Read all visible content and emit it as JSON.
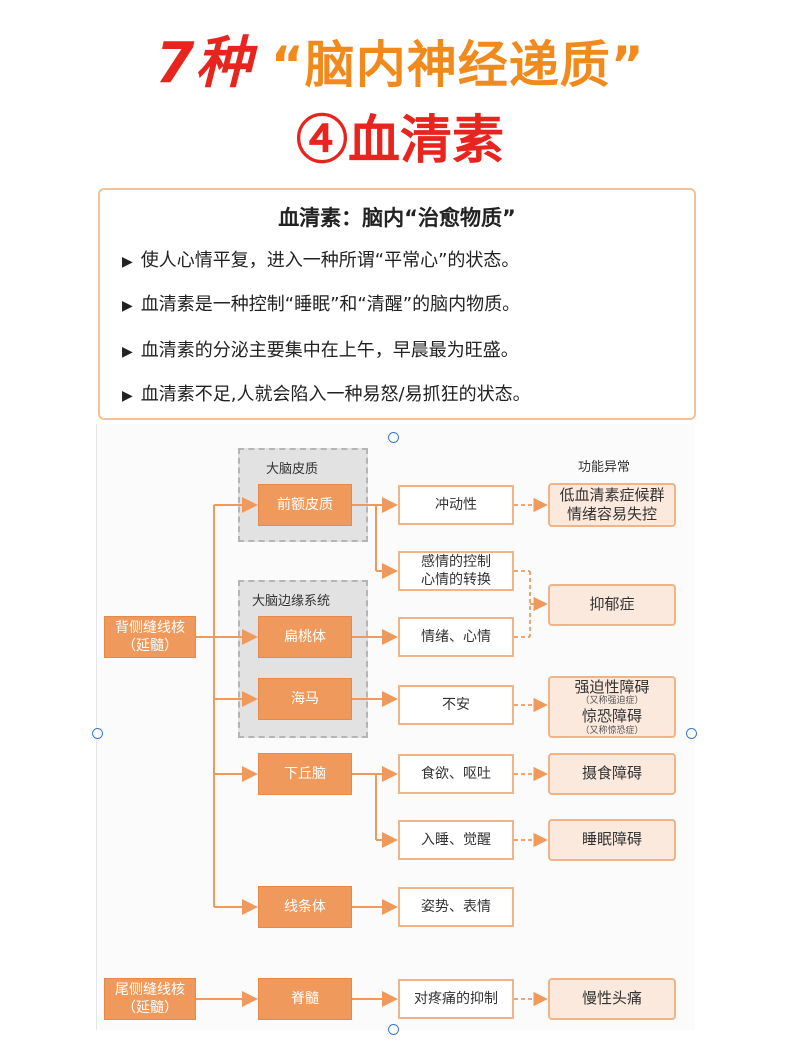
{
  "header": {
    "title_num": "7种",
    "title_text": "“脑内神经递质”",
    "subtitle": "④血清素"
  },
  "info": {
    "title": "血清素：脑内“治愈物质”",
    "bullet_glyph": "▶",
    "lines": [
      "使人心情平复，进入一种所谓“平常心”的状态。",
      "血清素是一种控制“睡眠”和“清醒”的脑内物质。",
      "血清素的分泌主要集中在上午，早晨最为旺盛。",
      "血清素不足,人就会陷入一种易怒/易抓狂的状态。"
    ]
  },
  "diagram": {
    "column_header": "功能异常",
    "groups": {
      "cortex": "大脑皮质",
      "limbic": "大脑边缘系统"
    },
    "sources": {
      "dorsal": [
        "背侧缝线核",
        "（延髓）"
      ],
      "caudal": [
        "尾侧缝线核",
        "（延髓）"
      ]
    },
    "regions": {
      "prefrontal": "前额皮质",
      "amygdala": "扁桃体",
      "hippocampus": "海马",
      "hypothalamus": "下丘脑",
      "striatum": "线条体",
      "spinal": "脊髓"
    },
    "functions": {
      "impulsivity": "冲动性",
      "emotion_control": [
        "感情的控制",
        "心情的转换"
      ],
      "mood": "情绪、心情",
      "anxiety": "不安",
      "appetite": "食欲、呕吐",
      "sleep": "入睡、觉醒",
      "posture": "姿势、表情",
      "pain": "对疼痛的抑制"
    },
    "disorders": {
      "low_serotonin": [
        "低血清素症候群",
        "情绪容易失控"
      ],
      "depression": "抑郁症",
      "ocd": "强迫性障碍",
      "ocd_note": "（又称强迫症）",
      "panic": "惊恐障碍",
      "panic_note": "（又称惊恐症）",
      "eating": "摄食障碍",
      "sleep_disorder": "睡眠障碍",
      "headache": "慢性头痛"
    },
    "colors": {
      "accent": "#ef9a5c",
      "border": "#f1b487",
      "result_fill": "#fbe9de",
      "title_red": "#e8241e"
    }
  }
}
